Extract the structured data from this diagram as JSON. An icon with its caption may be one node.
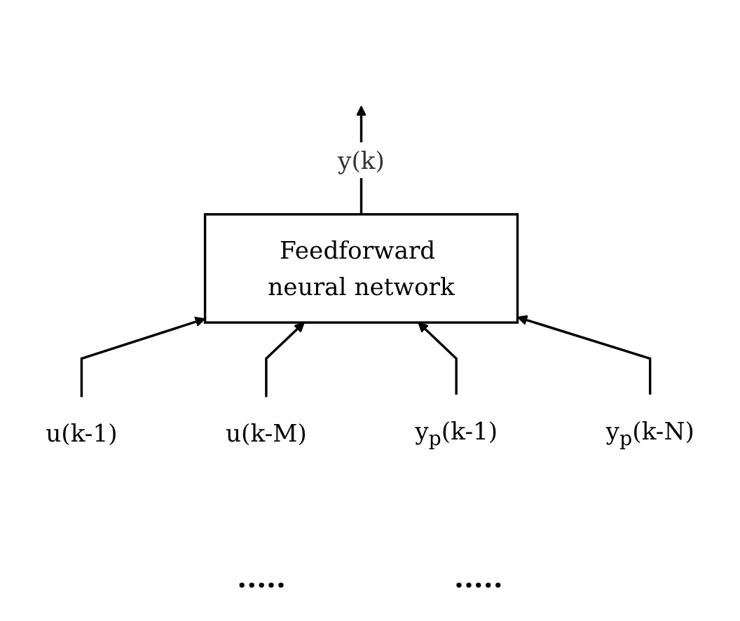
{
  "diagram": {
    "nodes": [
      {
        "text": [
          "Feedforward neural network"
        ]
      },
      {
        "text": [
          "u(k-1)"
        ]
      },
      {
        "text": [
          "u(k-M)"
        ]
      },
      {
        "text": [
          "y$_{p}$(k-1)"
        ]
      },
      {
        "text": [
          "y$_{p}$(k-N)"
        ]
      }
    ],
    "edges": [
      {
        "from": 0,
        "to": null,
        "arrow": "to",
        "label": "y(k)"
      },
      {
        "from": 1,
        "to": 0,
        "arrow": "to"
      },
      {
        "from": 2,
        "to": 0,
        "arrow": "to"
      },
      {
        "from": 3,
        "to": 0,
        "arrow": "to"
      },
      {
        "from": 4,
        "to": 0,
        "arrow": "to"
      }
    ],
    "labels": [
      ".....",
      "....."
    ]
  }
}
